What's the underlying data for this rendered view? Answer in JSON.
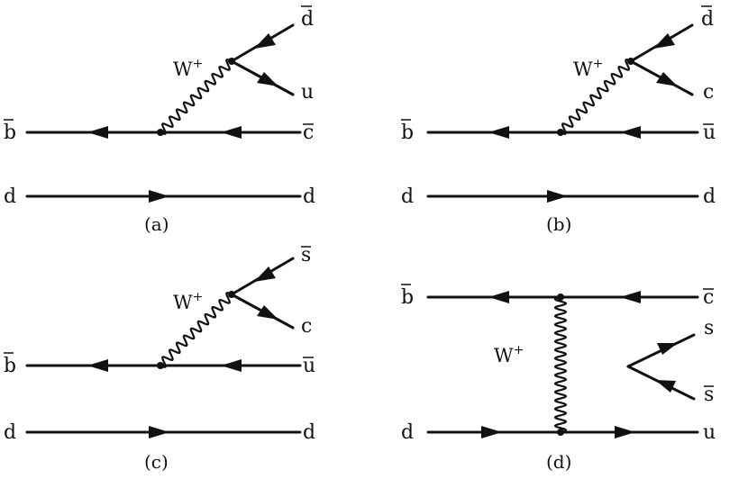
{
  "diagrams": {
    "a": {
      "caption": "(a)",
      "boson": "W",
      "boson_charge": "+",
      "labels": {
        "b_bar": "b",
        "c_bar": "c",
        "d_bar": "d",
        "u": "u",
        "d_in": "d",
        "d_out": "d"
      }
    },
    "b": {
      "caption": "(b)",
      "boson": "W",
      "boson_charge": "+",
      "labels": {
        "b_bar": "b",
        "u_bar": "u",
        "d_bar": "d",
        "c": "c",
        "d_in": "d",
        "d_out": "d"
      }
    },
    "c": {
      "caption": "(c)",
      "boson": "W",
      "boson_charge": "+",
      "labels": {
        "b_bar": "b",
        "u_bar": "u",
        "s_bar": "s",
        "c": "c",
        "d_in": "d",
        "d_out": "d"
      }
    },
    "d": {
      "caption": "(d)",
      "boson": "W",
      "boson_charge": "+",
      "labels": {
        "b_bar": "b",
        "c_bar": "c",
        "s": "s",
        "s_bar": "s",
        "d_in": "d",
        "u_out": "u"
      }
    }
  }
}
